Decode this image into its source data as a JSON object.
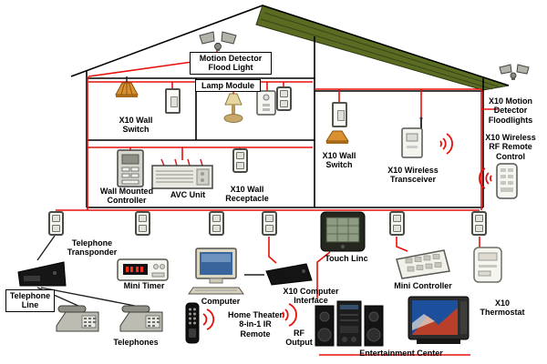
{
  "labels": {
    "motion_detector_flood_light": "Motion Detector\nFlood Light",
    "lamp_module": "Lamp Module",
    "wall_switch_left": "X10 Wall\nSwitch",
    "wall_switch_right": "X10 Wall\nSwitch",
    "wireless_transceiver": "X10 Wireless\nTransceiver",
    "wall_mounted_controller": "Wall Mounted\nController",
    "avc_unit": "AVC Unit",
    "wall_receptacle": "X10 Wall\nReceptacle",
    "motion_detector_floodlights": "X10 Motion\nDetector\nFloodlights",
    "wireless_rf_remote": "X10 Wireless\nRF Remote\nControl",
    "telephone_transponder": "Telephone\nTransponder",
    "telephone_line": "Telephone\nLine",
    "mini_timer": "Mini Timer",
    "computer": "Computer",
    "computer_interface": "X10 Computer\nInterface",
    "touch_linc": "Touch Linc",
    "mini_controller": "Mini Controller",
    "thermostat": "X10\nThermostat",
    "telephones": "Telephones",
    "home_theater_remote": "Home Theater\n8-in-1 IR\nRemote",
    "rf_output": "RF\nOutput",
    "entertainment_center": "Entertainment Center"
  },
  "colors": {
    "wire": "#e8100c",
    "roof": "#5a6b22",
    "outline": "#000000"
  }
}
